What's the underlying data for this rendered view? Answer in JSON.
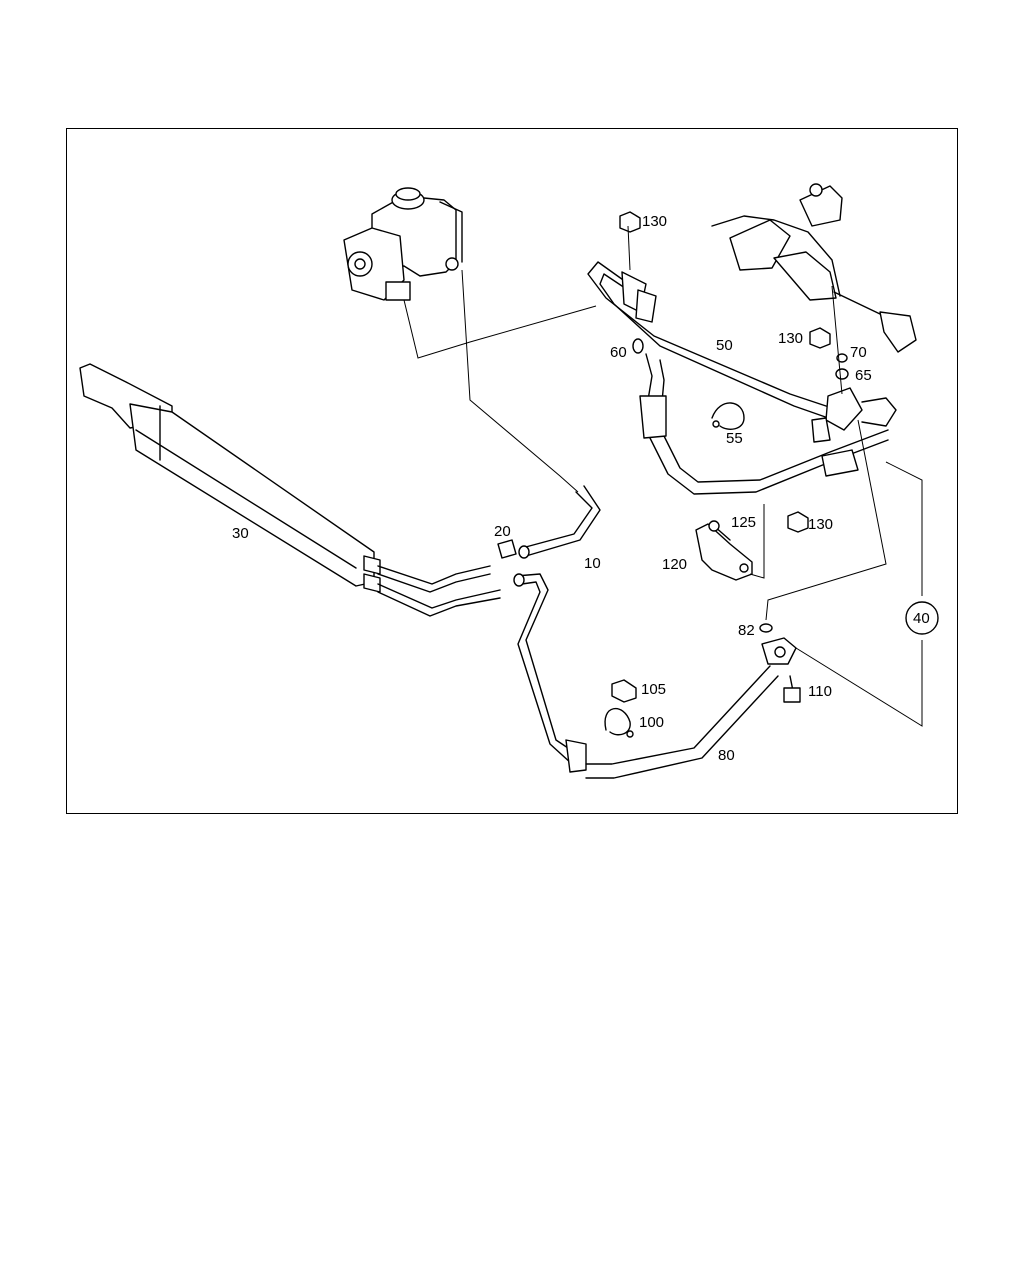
{
  "callouts": {
    "c10": "10",
    "c20": "20",
    "c30": "30",
    "c40": "40",
    "c50": "50",
    "c55": "55",
    "c60": "60",
    "c65": "65",
    "c70": "70",
    "c80": "80",
    "c82": "82",
    "c100": "100",
    "c105": "105",
    "c110": "110",
    "c120": "120",
    "c125": "125",
    "c130a": "130",
    "c130b": "130",
    "c130c": "130"
  },
  "colors": {
    "line": "#000000",
    "background": "#ffffff"
  }
}
